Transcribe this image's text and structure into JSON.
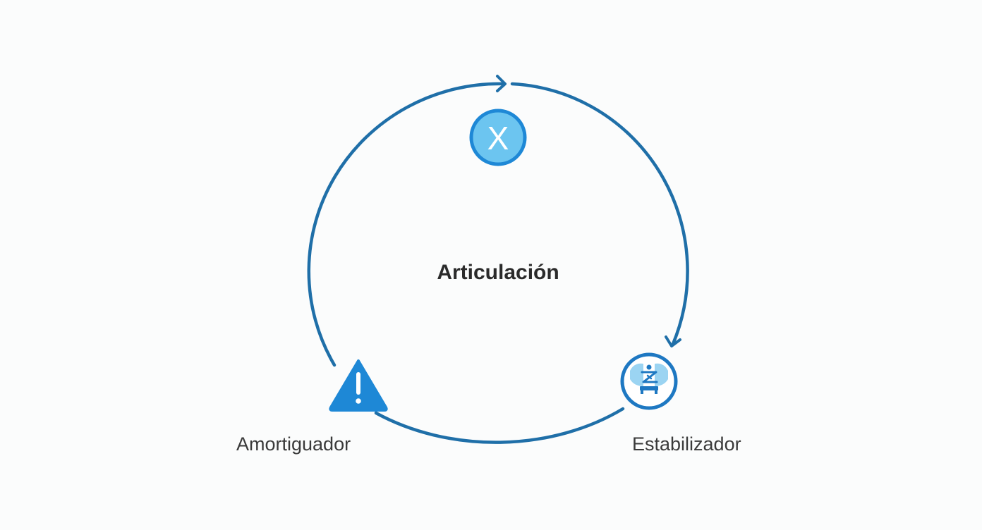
{
  "diagram": {
    "center_label": "Articulación",
    "nodes": [
      {
        "label": "",
        "icon": "x-circle-icon"
      },
      {
        "label": "Estabilizador",
        "icon": "stabilizer-icon"
      },
      {
        "label": "Amortiguador",
        "icon": "warning-triangle-icon"
      }
    ],
    "top_node_glyph": "X",
    "colors": {
      "ring": "#1f6fa8",
      "accent": "#1e88d6",
      "light_fill": "#6cc5f0",
      "text": "#2b2b2b"
    }
  }
}
